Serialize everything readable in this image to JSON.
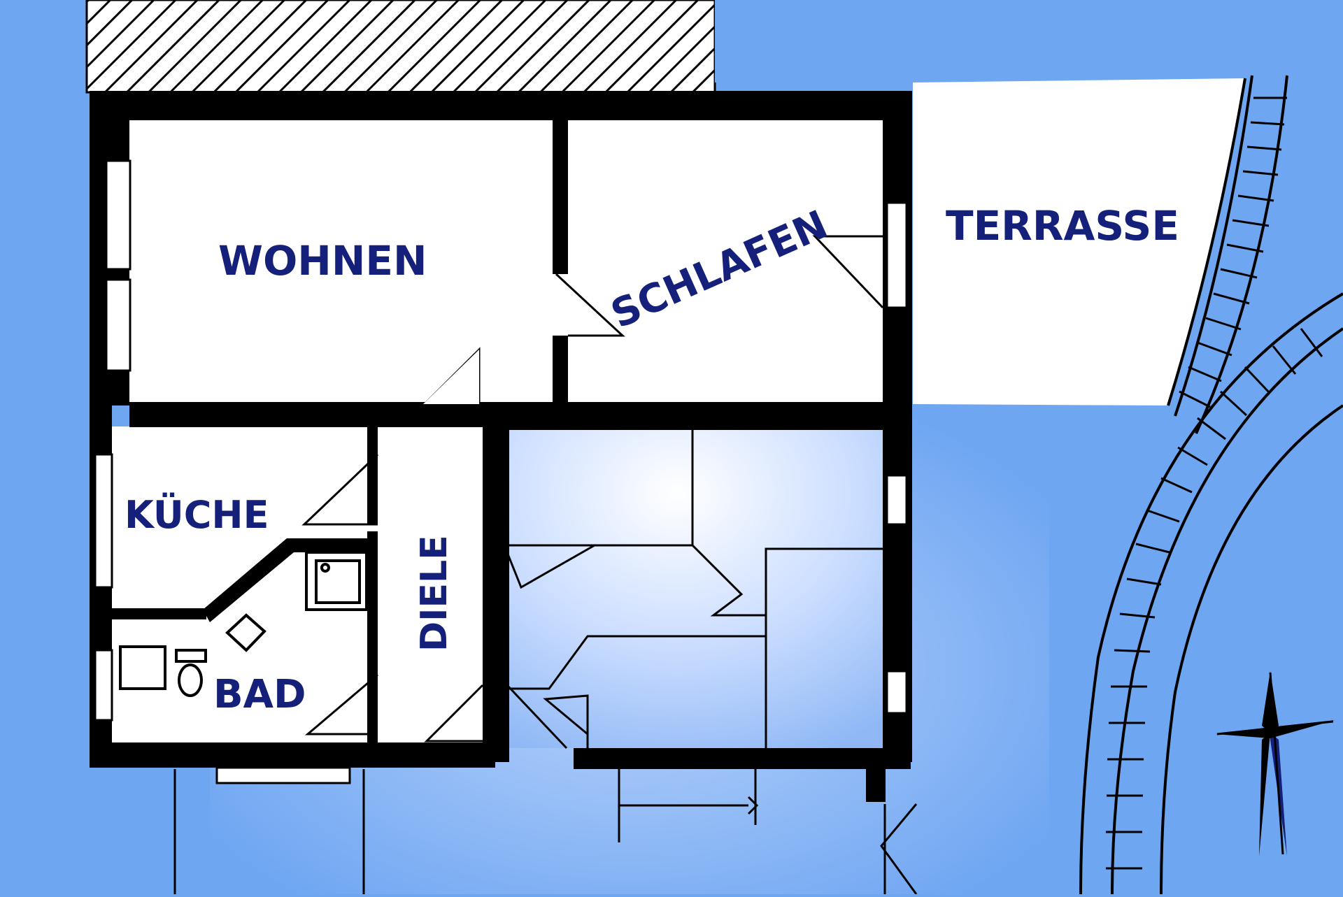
{
  "rooms": {
    "wohnen": "WOHNEN",
    "schlafen": "SCHLAFEN",
    "terrasse": "TERRASSE",
    "kueche": "KÜCHE",
    "diele": "DIELE",
    "bad": "BAD"
  },
  "colors": {
    "background": "#6fa6f2",
    "wall": "#000000",
    "room_fill": "#ffffff",
    "label": "#15207a",
    "light_room": "#e6efff"
  },
  "icons": [
    "compass-rose-icon",
    "wall-hatching",
    "curved-paving-path"
  ]
}
